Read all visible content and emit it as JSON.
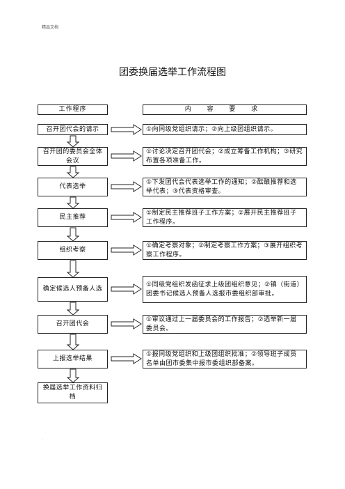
{
  "header_note": "精品文档",
  "title": "团委换届选举工作流程图",
  "col_headers": {
    "left": "工作程序",
    "right": "内 容 要 求"
  },
  "steps": [
    {
      "name": "召开团代会的请示",
      "content": "①向同级党组织请示；②向上级团组织请示。"
    },
    {
      "name": "召开团的委员会全体会议",
      "content": "①讨论决定召开团代会；②成立筹备工作机构；③研究布置各项准备工作。"
    },
    {
      "name": "代表选举",
      "content": "①下发团代会代表选举工作的通知；②酝酿推荐和选举代表；③代表资格审查。"
    },
    {
      "name": "民主推荐",
      "content": "①制定民主推荐班子工作方案；②展开民主推荐班子工作程序。"
    },
    {
      "name": "组织考察",
      "content": "①确定考察对象；②制定考察工作方案；③展开组织考察工作程序。"
    },
    {
      "name": "确定候选人预备人选",
      "content": "①同级党组织发函征求上级团组织意见；②镇（街道）团委书记候选人预备人选报市委组织部审批。"
    },
    {
      "name": "召开团代会",
      "content": "①审议通过上一届委员会的工作报告；②选举新一届委员会。"
    },
    {
      "name": "上报选举结果",
      "content": "①报同级党组织和上级团组织批准；②领导班子成员名单由团市委集中报市委组织部备案。"
    },
    {
      "name": "换届选举工作资料归档",
      "content": ""
    }
  ],
  "footer_mark": "."
}
